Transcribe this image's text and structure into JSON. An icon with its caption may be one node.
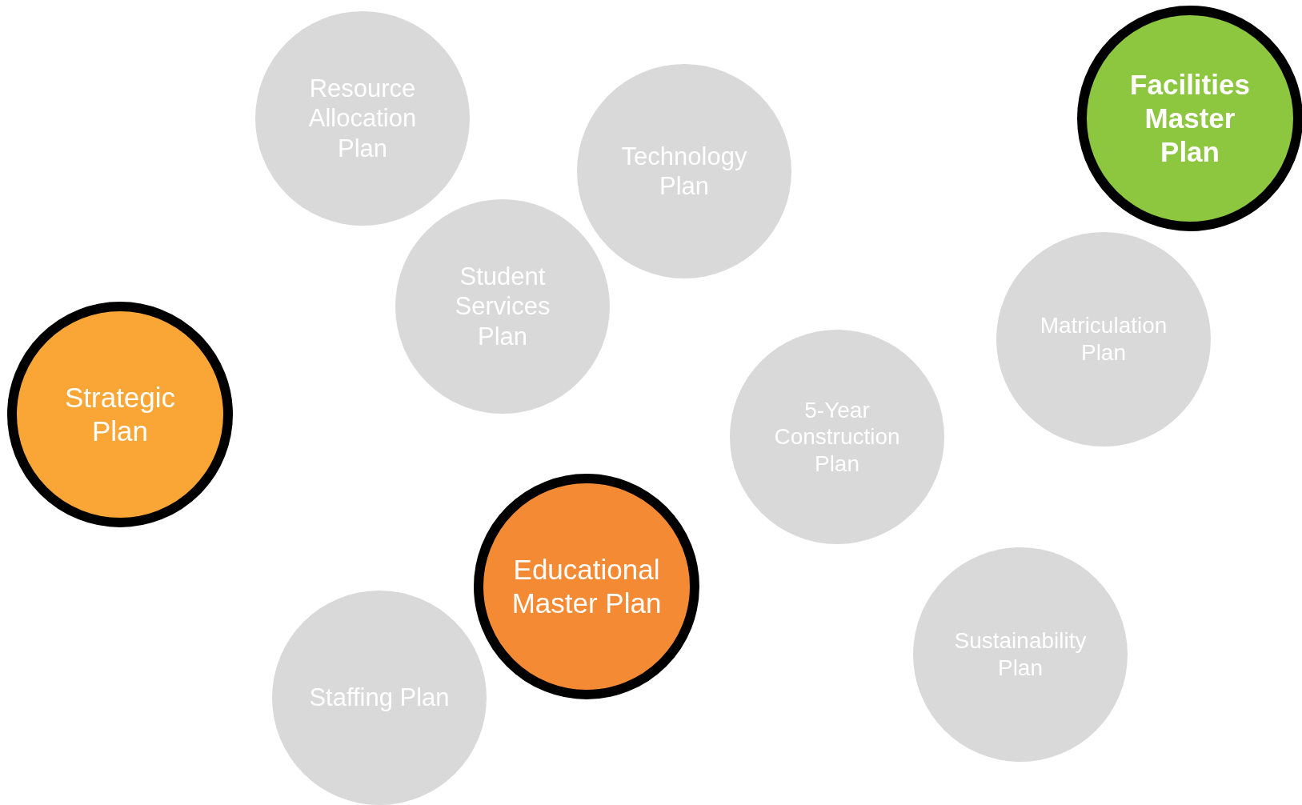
{
  "diagram": {
    "nodes": [
      {
        "text": [
          "Resource Allocation Plan"
        ]
      },
      {
        "text": [
          "Technology Plan"
        ]
      },
      {
        "text": [
          "Facilities Master Plan"
        ]
      },
      {
        "text": [
          "Student Services Plan"
        ]
      },
      {
        "text": [
          "Matriculation Plan"
        ]
      },
      {
        "text": [
          "Strategic Plan"
        ]
      },
      {
        "text": [
          "5-Year Construction Plan"
        ]
      },
      {
        "text": [
          "Educational Master Plan"
        ]
      },
      {
        "text": [
          "Sustainability Plan"
        ]
      },
      {
        "text": [
          "Staffing Plan"
        ]
      }
    ]
  }
}
